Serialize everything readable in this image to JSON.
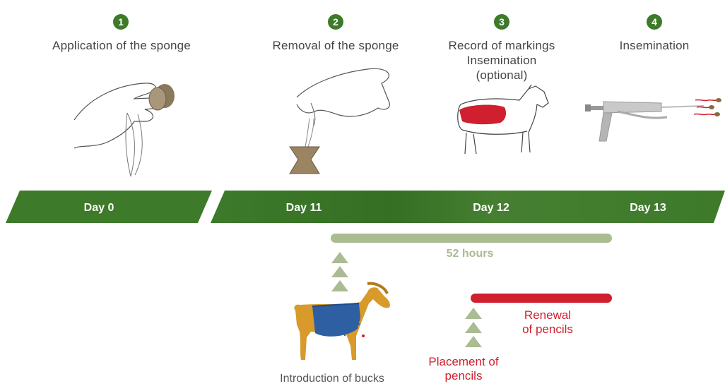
{
  "steps": [
    {
      "number": "1",
      "label": "Application of the sponge"
    },
    {
      "number": "2",
      "label": "Removal of the sponge"
    },
    {
      "number": "3",
      "label_lines": [
        "Record of markings",
        "Insemination",
        "(optional)"
      ]
    },
    {
      "number": "4",
      "label": "Insemination"
    }
  ],
  "timeline": {
    "days": [
      "Day 0",
      "Day 11",
      "Day 12",
      "Day 13"
    ]
  },
  "duration": {
    "label": "52 hours"
  },
  "bucks": {
    "label": "Introduction of bucks"
  },
  "pencils": {
    "placement": [
      "Placement of",
      "pencils"
    ],
    "renewal": [
      "Renewal",
      "of pencils"
    ]
  },
  "colors": {
    "green_dark": "#3d7a2a",
    "green_light": "#a9bc92",
    "red": "#d01f2e",
    "goat_body": "#d79a2b",
    "goat_blanket": "#2f5fa3"
  }
}
